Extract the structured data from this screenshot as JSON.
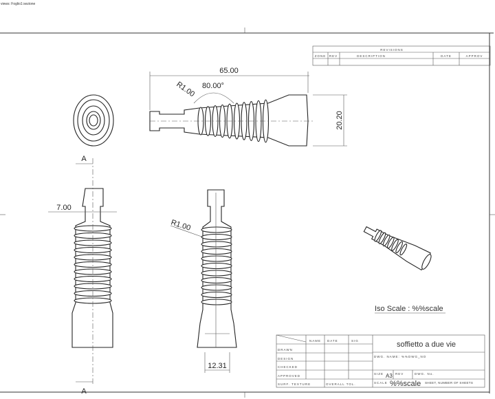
{
  "header_text": "views: Foglio1:sezione",
  "revisions": {
    "title": "REVISIONS",
    "columns": [
      "ZONE",
      "REV",
      "DESCRIPTION",
      "DATE",
      "APPROV"
    ]
  },
  "dimensions": {
    "length": "65.00",
    "angle": "80.00°",
    "radius_top": "R1.00",
    "height": "20.20",
    "neck": "7.00",
    "radius_section": "R1.00",
    "base": "12.31"
  },
  "section_label": "A",
  "iso_scale": "Iso Scale : %%scale",
  "title_block": {
    "col_headers": [
      "NAME",
      "DATE",
      "SIG"
    ],
    "rows": [
      "DRAWN",
      "DESIGN",
      "CHECKED",
      "APPROVED",
      "SURF. TEXTURE"
    ],
    "overall_tol": "OVERALL TOL.",
    "title": "soffietto a due vie",
    "dwg_name": "DWG. NAME: %%DWG_NO",
    "size_label": "SIZE",
    "size": "A3",
    "rev_label": "REV",
    "dwg_no_label": "DWG. No.",
    "scale_label": "SCALE",
    "scale": "%%scale",
    "sheet": "SHEET, NUMBER OF SHEETS"
  }
}
